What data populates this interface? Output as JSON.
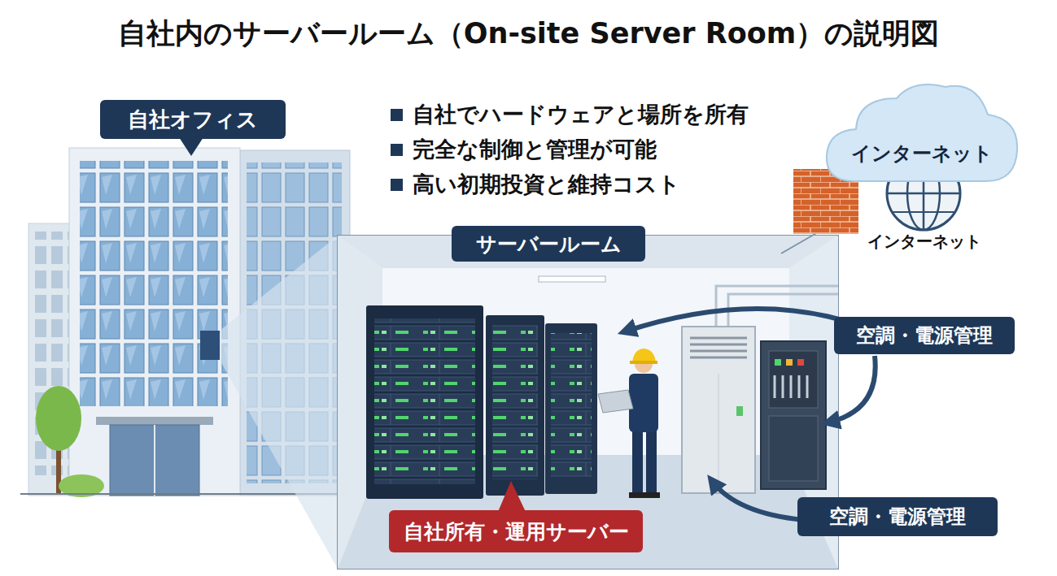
{
  "diagram": {
    "title": "自社内のサーバールーム（On-site Server Room）の説明図",
    "nodes": [
      {
        "text": [
          "自社オフィス"
        ]
      },
      {
        "text": [
          "インターネット"
        ]
      },
      {
        "text": [
          "サーバールーム"
        ]
      },
      {
        "text": [
          "空調・電源管理"
        ]
      },
      {
        "text": [
          "空調・電源管理"
        ]
      },
      {
        "text": [
          "自社所有・運用サーバー"
        ]
      }
    ],
    "labels": [
      "自社でハードウェアと場所を所有",
      "完全な制御と管理が可能",
      "高い初期投資と維持コスト",
      "インターネット"
    ]
  }
}
